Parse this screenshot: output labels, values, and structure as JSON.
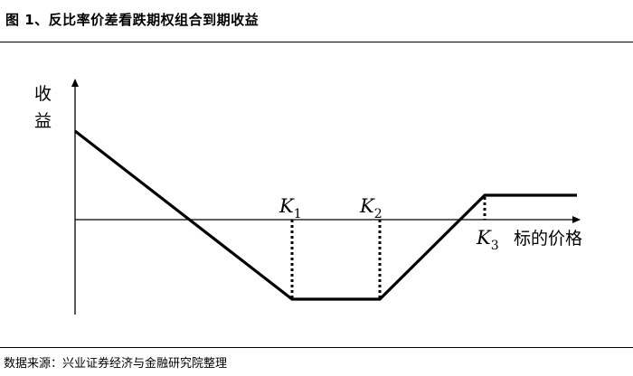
{
  "figure": {
    "title": "图 1、反比率价差看跌期权组合到期收益",
    "source": "数据来源：兴业证券经济与金融研究院整理"
  },
  "diagram": {
    "y_axis_label_line1": "收",
    "y_axis_label_line2": "益",
    "x_axis_label": "标的价格",
    "strikes": [
      {
        "letter": "K",
        "sub": "1"
      },
      {
        "letter": "K",
        "sub": "2"
      },
      {
        "letter": "K",
        "sub": "3"
      }
    ],
    "line_color": "#000000"
  }
}
